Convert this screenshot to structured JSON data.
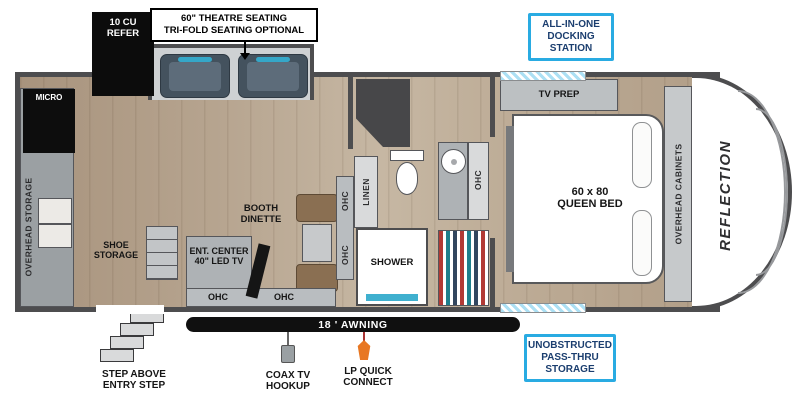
{
  "colors": {
    "accent_blue": "#29ABE2",
    "label_navy": "#1B3E6F",
    "wall_gray": "#4D4D4F",
    "floor_wood": "#B6A48F",
    "counter_gray": "#B4B8BA",
    "bench_brown": "#8A6F52",
    "seat_slate": "#44525E",
    "window_blue": "#ACE0F4",
    "awning_black": "#101010",
    "lp_orange": "#E87722"
  },
  "callouts": {
    "refer": "10 CU\nREFER",
    "theatre": "60\" THEATRE SEATING\nTRI-FOLD SEATING OPTIONAL",
    "docking": "ALL-IN-ONE\nDOCKING\nSTATION",
    "passthru": "UNOBSTRUCTED\nPASS-THRU\nSTORAGE",
    "entry_step": "STEP ABOVE\nENTRY STEP",
    "coax": "COAX TV\nHOOKUP",
    "lp": "LP QUICK\nCONNECT",
    "awning": "18 ' AWNING"
  },
  "rooms": {
    "micro": "MICRO",
    "overhead_storage": "OVERHEAD STORAGE",
    "shoe_storage": "SHOE\nSTORAGE",
    "booth_dinette": "BOOTH\nDINETTE",
    "ent_center": "ENT. CENTER\n40\" LED TV",
    "ohc": "OHC",
    "linen": "LINEN",
    "shower": "SHOWER",
    "tv_prep": "TV PREP",
    "queen_bed": "60 x 80\nQUEEN BED",
    "overhead_cabinets": "OVERHEAD CABINETS",
    "brand": "REFLECTION"
  }
}
